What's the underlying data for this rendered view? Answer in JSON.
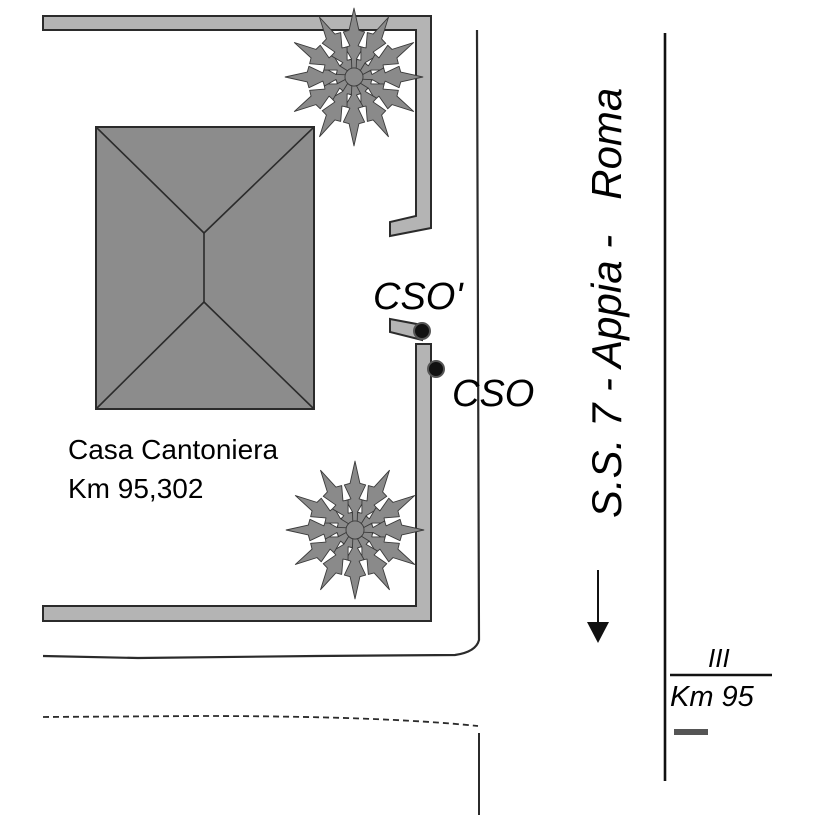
{
  "building": {
    "name": "Casa Cantoniera",
    "km": "Km 95,302"
  },
  "points": {
    "cso_prime": "CSO'",
    "cso": "CSO"
  },
  "road": {
    "name": "S.S. 7 - Appia -   Roma",
    "direction_icon": "arrow-down-icon"
  },
  "km_marker": {
    "section": "III",
    "km": "Km 95"
  },
  "colors": {
    "wall_fill": "#b4b4b4",
    "roof_fill": "#8c8c8c",
    "tree_fill": "#8a8a8a",
    "line": "#2b2b2b"
  }
}
